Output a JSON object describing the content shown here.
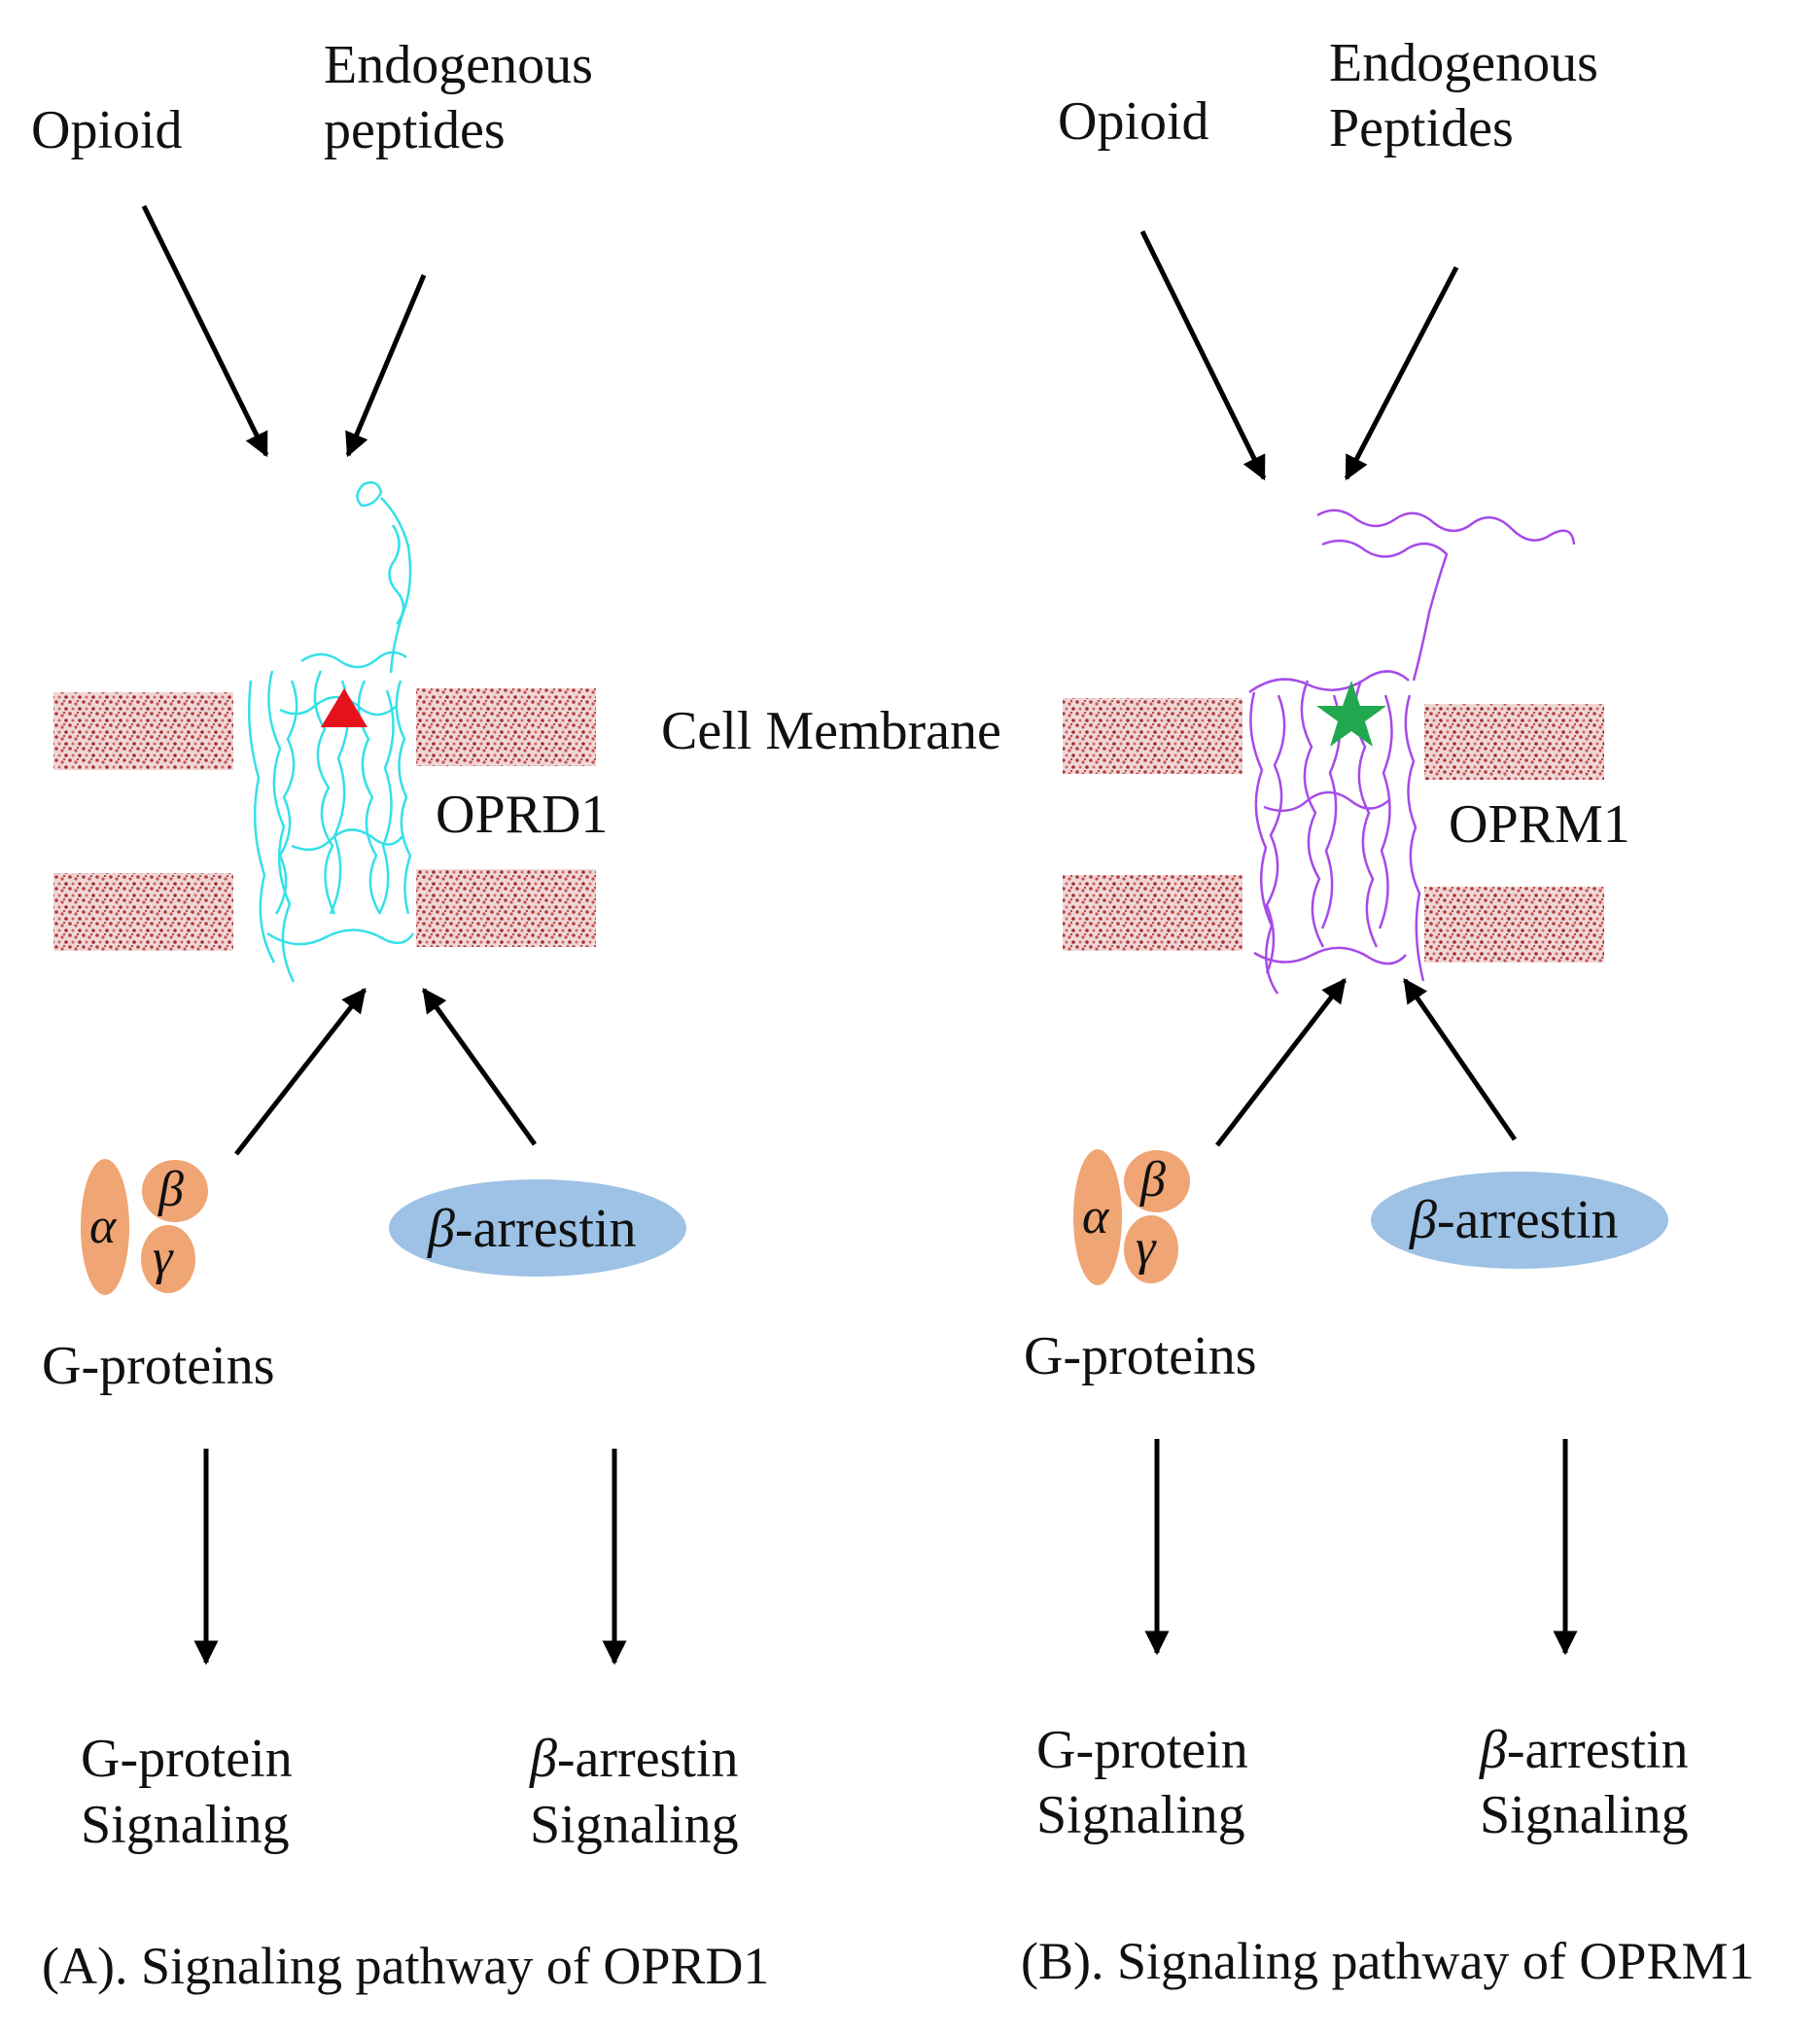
{
  "center_label": "Cell Membrane",
  "panels": [
    {
      "id": "A",
      "ligands": {
        "opioid": "Opioid",
        "endogenous_line1": "Endogenous",
        "endogenous_line2": "peptides"
      },
      "receptor": {
        "name": "OPRD1",
        "color": "#35e0e8",
        "marker": "triangle",
        "marker_color": "#e8121c"
      },
      "gproteins": {
        "alpha": "α",
        "beta": "β",
        "gamma": "γ",
        "label": "G-proteins",
        "color": "#f0a574"
      },
      "arrestin": {
        "prefix": "β",
        "suffix": "-arrestin",
        "color": "#9dc2e6"
      },
      "outputs": {
        "g_line1": "G-protein",
        "g_line2": "Signaling",
        "b_prefix": "β",
        "b_line1_suffix": "-arrestin",
        "b_line2": "Signaling"
      },
      "caption": "(A). Signaling pathway of OPRD1"
    },
    {
      "id": "B",
      "ligands": {
        "opioid": "Opioid",
        "endogenous_line1": "Endogenous",
        "endogenous_line2": "Peptides"
      },
      "receptor": {
        "name": "OPRM1",
        "color": "#a64ae8",
        "marker": "star",
        "marker_color": "#22a94f"
      },
      "gproteins": {
        "alpha": "α",
        "beta": "β",
        "gamma": "γ",
        "label": "G-proteins",
        "color": "#f0a574"
      },
      "arrestin": {
        "prefix": "β",
        "suffix": "-arrestin",
        "color": "#9dc2e6"
      },
      "outputs": {
        "g_line1": "G-protein",
        "g_line2": "Signaling",
        "b_prefix": "β",
        "b_line1_suffix": "-arrestin",
        "b_line2": "Signaling"
      },
      "caption": "(B). Signaling pathway of OPRM1"
    }
  ]
}
